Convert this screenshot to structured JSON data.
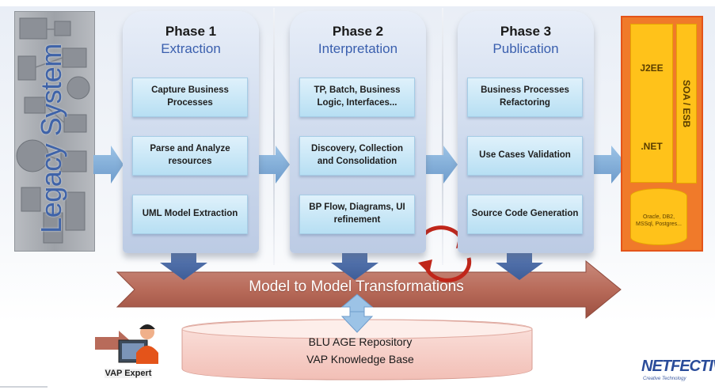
{
  "legacy_label": "Legacy System",
  "phases": [
    {
      "title": "Phase 1",
      "subtitle": "Extraction",
      "steps": [
        "Capture Business Processes",
        "Parse and Analyze resources",
        "UML Model Extraction"
      ]
    },
    {
      "title": "Phase 2",
      "subtitle": "Interpretation",
      "steps": [
        "TP, Batch, Business Logic, Interfaces...",
        "Discovery, Collection and Consolidation",
        "BP Flow, Diagrams, UI refinement"
      ]
    },
    {
      "title": "Phase 3",
      "subtitle": "Publication",
      "steps": [
        "Business Processes Refactoring",
        "Use Cases Validation",
        "Source Code Generation"
      ]
    }
  ],
  "target": {
    "j2ee": "J2EE",
    "dotnet": ".NET",
    "soa": "SOA / ESB",
    "db": "Oracle, DB2, MSSql, Postgres..."
  },
  "transform_label": "Model to Model Transformations",
  "repository": {
    "line1": "BLU AGE Repository",
    "line2": "VAP Knowledge Base"
  },
  "expert_label": "VAP Expert",
  "logo": {
    "main": "NETFECTIVE",
    "tagline": "Creative Technology"
  },
  "colors": {
    "accent_blue": "#3a5fae",
    "phase_panel": "#cbd8ec",
    "step_box": "#b7dff3",
    "arrow_blue": "#4f6fa8",
    "band_arrow": "#b5675a",
    "target_orange": "#f07a2a",
    "target_yellow": "#ffc21a",
    "repo_pink": "#f8d3cd"
  }
}
